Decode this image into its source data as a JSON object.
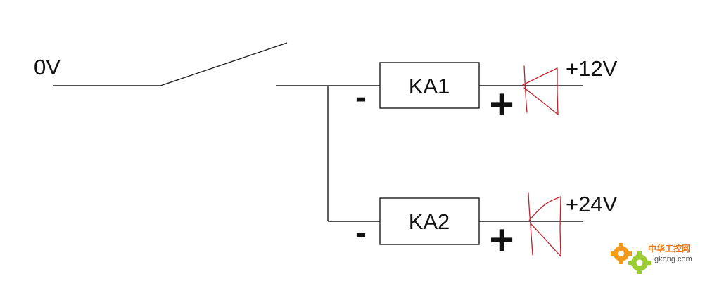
{
  "labels": {
    "zero_volt": "0V",
    "plus_12v": "+12V",
    "plus_24v": "+24V"
  },
  "relays": [
    {
      "name": "KA1",
      "minus": "-",
      "plus": "+"
    },
    {
      "name": "KA2",
      "minus": "-",
      "plus": "+"
    }
  ],
  "watermark": {
    "brand": "中华工控网",
    "url": "gkong.com"
  },
  "colors": {
    "line": "#1a1a1a",
    "diode_ink": "#c0232f",
    "gear_orange": "#f39a1e",
    "gear_green": "#9acd32",
    "watermark_text": "#e8730c"
  }
}
